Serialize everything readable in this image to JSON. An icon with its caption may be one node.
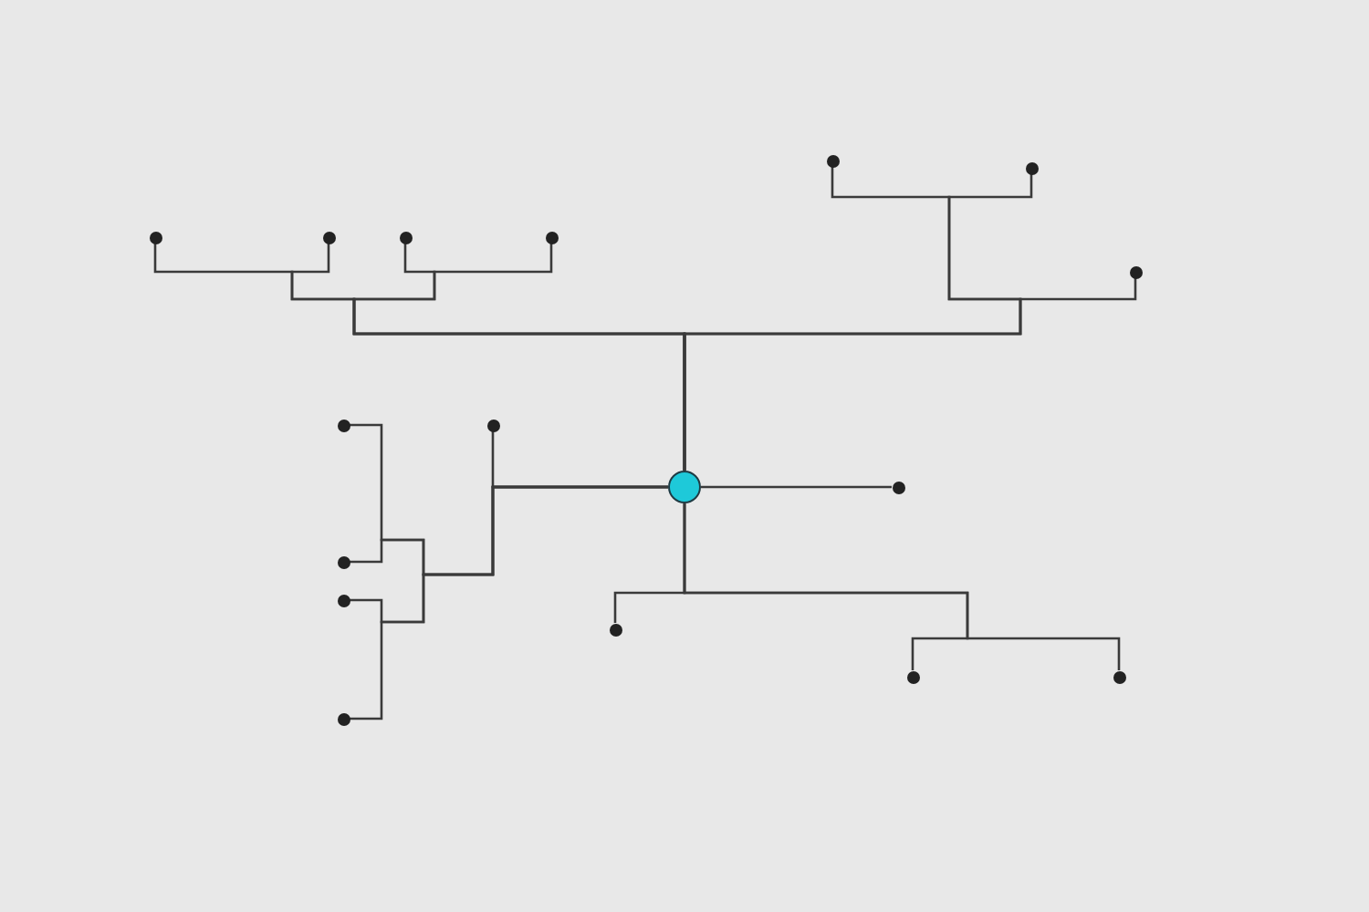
{
  "diagram": {
    "nodes": [
      {
        "text": [],
        "shape": "circle"
      },
      {
        "text": [],
        "shape": "circle"
      },
      {
        "text": [],
        "shape": "circle"
      },
      {
        "text": [],
        "shape": "circle"
      },
      {
        "text": [],
        "shape": "circle"
      },
      {
        "text": [],
        "shape": "circle"
      },
      {
        "text": [],
        "shape": "circle"
      },
      {
        "text": [],
        "shape": "circle"
      },
      {
        "text": [],
        "shape": "circle"
      },
      {
        "text": [],
        "shape": "circle"
      },
      {
        "text": [],
        "shape": "circle"
      },
      {
        "text": [],
        "shape": "circle"
      },
      {
        "text": [],
        "shape": "circle"
      },
      {
        "text": [],
        "shape": "circle"
      },
      {
        "text": [],
        "shape": "circle"
      },
      {
        "text": [],
        "shape": "circle"
      },
      {
        "text": [],
        "shape": "circle"
      }
    ],
    "edges": [
      {
        "from": 0,
        "to": 1,
        "arrow": "none"
      },
      {
        "from": 0,
        "to": 2,
        "arrow": "none"
      },
      {
        "from": 0,
        "to": 3,
        "arrow": "none"
      },
      {
        "from": 0,
        "to": 4,
        "arrow": "none"
      },
      {
        "from": 0,
        "to": 5,
        "arrow": "none"
      },
      {
        "from": 0,
        "to": 6,
        "arrow": "none"
      },
      {
        "from": 0,
        "to": 7,
        "arrow": "none"
      },
      {
        "from": 0,
        "to": 8,
        "arrow": "none"
      },
      {
        "from": 0,
        "to": 9,
        "arrow": "none"
      },
      {
        "from": 0,
        "to": 10,
        "arrow": "none"
      },
      {
        "from": 0,
        "to": 11,
        "arrow": "none"
      },
      {
        "from": 0,
        "to": 12,
        "arrow": "none"
      },
      {
        "from": 0,
        "to": 13,
        "arrow": "none"
      },
      {
        "from": 0,
        "to": 14,
        "arrow": "none"
      },
      {
        "from": 0,
        "to": 15,
        "arrow": "none"
      },
      {
        "from": 0,
        "to": 16,
        "arrow": "none"
      }
    ]
  }
}
